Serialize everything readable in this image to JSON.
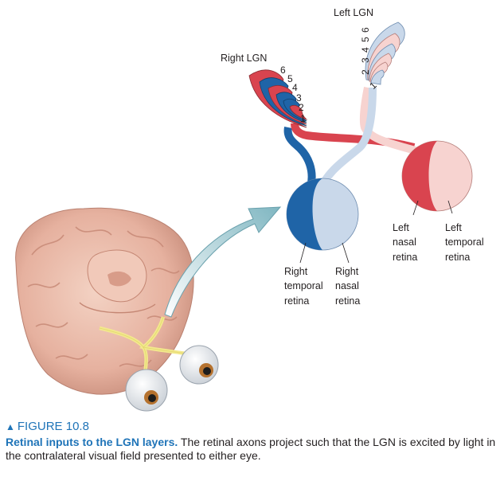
{
  "labels": {
    "left_lgn": "Left LGN",
    "right_lgn": "Right LGN",
    "left_nasal": [
      "Left",
      "nasal",
      "retina"
    ],
    "left_temporal": [
      "Left",
      "temporal",
      "retina"
    ],
    "right_temporal": [
      "Right",
      "temporal",
      "retina"
    ],
    "right_nasal": [
      "Right",
      "nasal",
      "retina"
    ]
  },
  "layers": {
    "left": [
      "6",
      "5",
      "4",
      "3",
      "2",
      "1"
    ],
    "right": [
      "6",
      "5",
      "4",
      "3",
      "2",
      "1"
    ]
  },
  "figure": {
    "marker": "▲",
    "label": "FIGURE 10.8",
    "title": "Retinal inputs to the LGN layers.",
    "text": " The retinal axons project such that the LGN is excited by light in the contralateral visual field presented to either eye."
  },
  "colors": {
    "blue_dark": "#1f64a7",
    "blue_light": "#c9d8ea",
    "red_dark": "#d9444f",
    "red_light": "#f7d3d0",
    "caption_blue": "#1f74b8",
    "optic_yellow": "#f3e98d",
    "brain": "#e8b8a6"
  }
}
